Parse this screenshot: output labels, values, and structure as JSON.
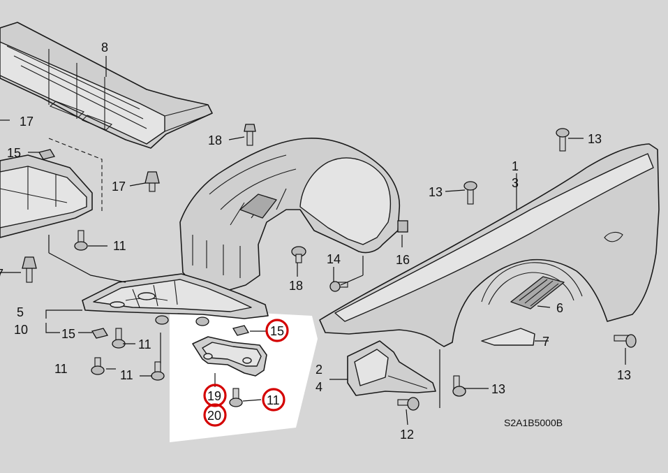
{
  "diagram": {
    "code": "S2A1B5000B",
    "labels": {
      "l1": "1",
      "l2": "2",
      "l3": "3",
      "l4": "4",
      "l5": "5",
      "l6": "6",
      "l7": "7",
      "l8": "8",
      "l10": "10",
      "l11": "11",
      "l12": "12",
      "l13": "13",
      "l14": "14",
      "l15": "15",
      "l16": "16",
      "l17": "17",
      "l18": "18",
      "l19": "19",
      "l20": "20"
    },
    "highlight_color": "#d40000",
    "background_color": "#d6d6d6",
    "panel_color": "#ffffff"
  }
}
